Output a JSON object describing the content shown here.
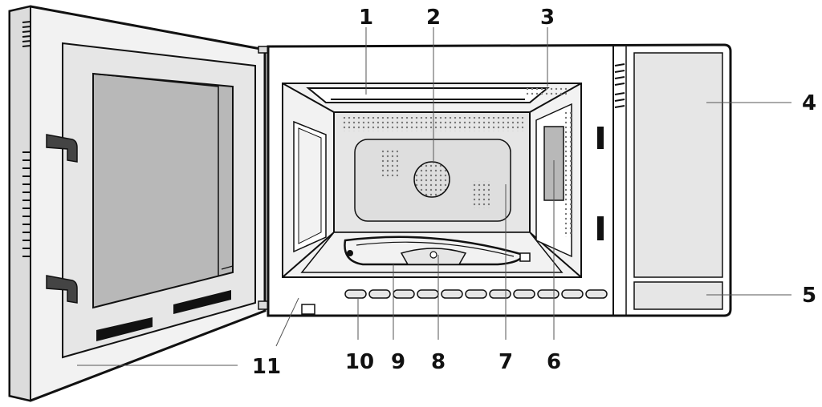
{
  "diagram": {
    "callouts": [
      {
        "id": "1",
        "label": "1"
      },
      {
        "id": "2",
        "label": "2"
      },
      {
        "id": "3",
        "label": "3"
      },
      {
        "id": "4",
        "label": "4"
      },
      {
        "id": "5",
        "label": "5"
      },
      {
        "id": "6",
        "label": "6"
      },
      {
        "id": "7",
        "label": "7"
      },
      {
        "id": "8",
        "label": "8"
      },
      {
        "id": "9",
        "label": "9"
      },
      {
        "id": "10",
        "label": "10"
      },
      {
        "id": "11",
        "label": "11"
      }
    ],
    "colors": {
      "outline": "#111111",
      "panel_fill": "#e6e6e6",
      "window_fill": "#b8b8b8",
      "light_fill": "#f2f2f2",
      "hole_fill": "#888888"
    }
  }
}
